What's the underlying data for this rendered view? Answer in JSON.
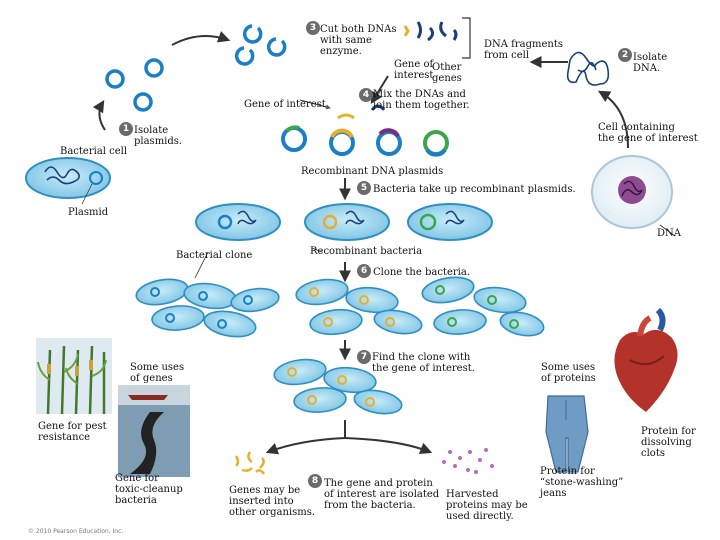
{
  "steps": {
    "s1": {
      "num": "1",
      "text": "Isolate\nplasmids."
    },
    "s2": {
      "num": "2",
      "text": "Isolate\nDNA."
    },
    "s3": {
      "num": "3",
      "text": "Cut both DNAs\nwith same\nenzyme."
    },
    "s4": {
      "num": "4",
      "text": "Mix the DNAs and\njoin them together."
    },
    "s5": {
      "num": "5",
      "text": "Bacteria take up recombinant plasmids."
    },
    "s6": {
      "num": "6",
      "text": "Clone the bacteria."
    },
    "s7": {
      "num": "7",
      "text": "Find the clone with\nthe gene of interest."
    },
    "s8": {
      "num": "8",
      "text": "The gene and protein\nof interest are isolated\nfrom the bacteria."
    }
  },
  "labels": {
    "bacterial_cell": "Bacterial cell",
    "plasmid": "Plasmid",
    "gene_of_interest_top": "Gene of interest",
    "gene_of_interest_mid": "Gene of\ninterest",
    "other_genes": "Other\ngenes",
    "dna_fragments": "DNA fragments\nfrom cell",
    "cell_containing": "Cell containing\nthe gene of interest",
    "dna": "DNA",
    "recombinant_plasmids": "Recombinant DNA plasmids",
    "recombinant_bacteria": "Recombinant bacteria",
    "bacterial_clone": "Bacterial clone",
    "uses_genes": "Some uses\nof genes",
    "uses_proteins": "Some uses\nof proteins",
    "pest_resistance": "Gene for pest\nresistance",
    "toxic_cleanup": "Gene for\ntoxic-cleanup\nbacteria",
    "genes_inserted": "Genes may be\ninserted into\nother organisms.",
    "harvested": "Harvested\nproteins may be\nused directly.",
    "dissolving_clots": "Protein for\ndissolving\nclots",
    "stone_washing": "Protein for\n“stone-washing”\njeans",
    "copyright": "© 2010 Pearson Education, Inc."
  },
  "colors": {
    "cell_fill": "#9fd4ec",
    "cell_stroke": "#2f8fc2",
    "plasmid": "#1a7fc4",
    "gene": "#e8b02a",
    "recombinant": "#3aa64a",
    "dna": "#1a3f7a",
    "arrow": "#333333",
    "purple": "#7a2c7f"
  }
}
